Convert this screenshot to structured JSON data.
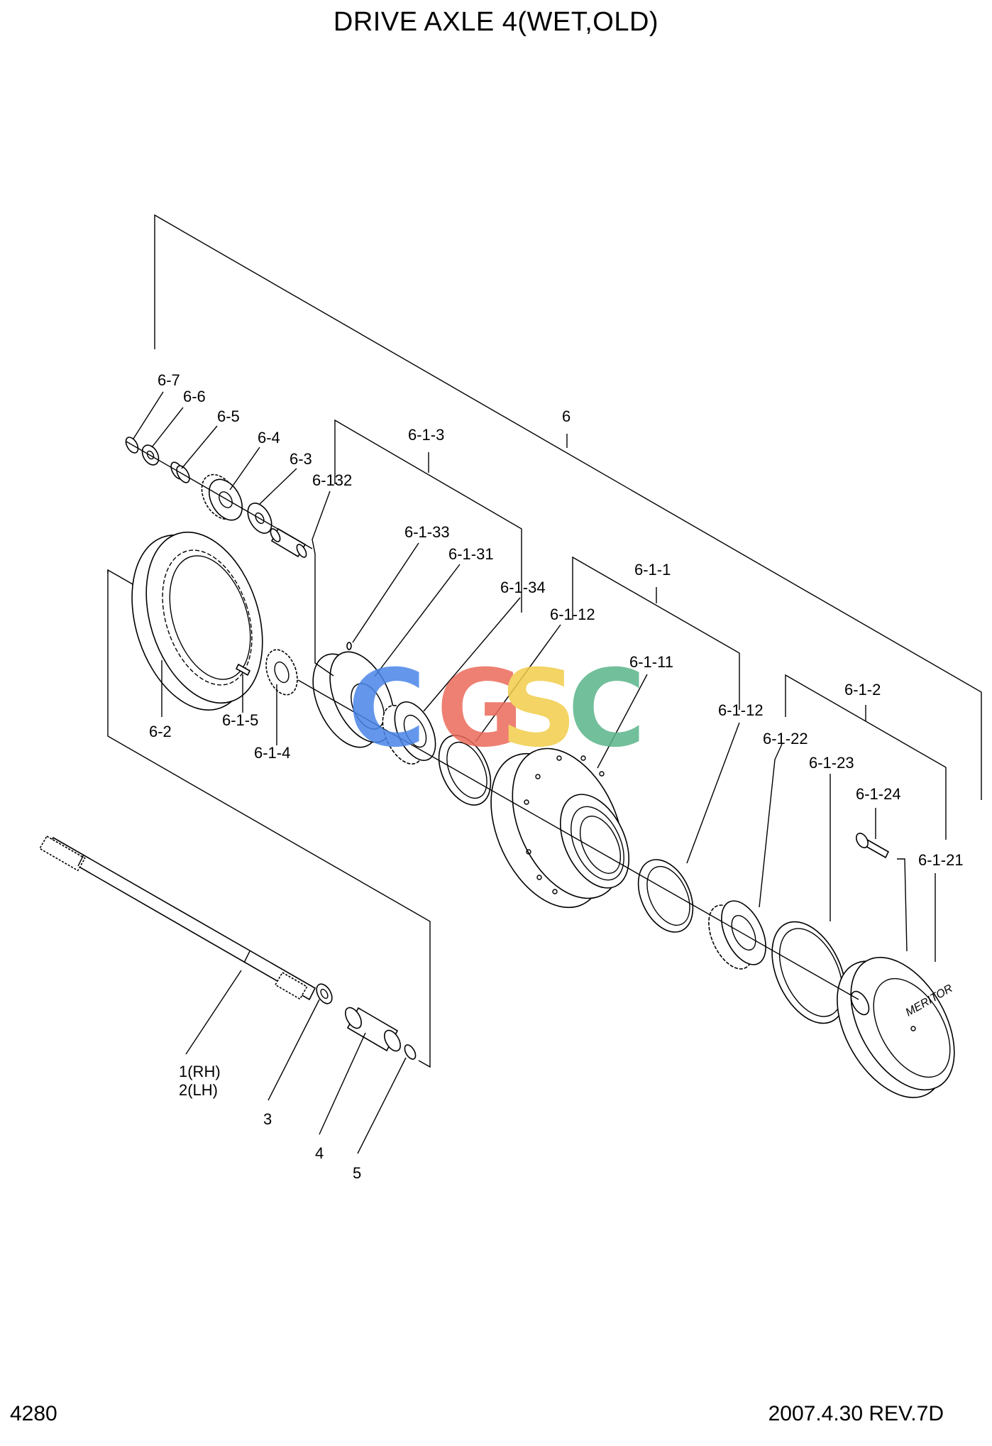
{
  "title": "DRIVE AXLE 4(WET,OLD)",
  "page_number": "4280",
  "revision": "2007.4.30 REV.7D",
  "watermark": {
    "letters": [
      "C",
      "G",
      "S",
      "C"
    ],
    "colors": [
      "#4a86e8",
      "#ea6b5a",
      "#f2cd4a",
      "#5ab58a"
    ]
  },
  "callouts": [
    {
      "id": "6-7",
      "text": "6-7"
    },
    {
      "id": "6-6",
      "text": "6-6"
    },
    {
      "id": "6-5",
      "text": "6-5"
    },
    {
      "id": "6-4",
      "text": "6-4"
    },
    {
      "id": "6-3",
      "text": "6-3"
    },
    {
      "id": "6-132",
      "text": "6-132"
    },
    {
      "id": "6-1-3",
      "text": "6-1-3"
    },
    {
      "id": "6",
      "text": "6"
    },
    {
      "id": "6-1-33",
      "text": "6-1-33"
    },
    {
      "id": "6-1-31",
      "text": "6-1-31"
    },
    {
      "id": "6-1-34",
      "text": "6-1-34"
    },
    {
      "id": "6-1-1",
      "text": "6-1-1"
    },
    {
      "id": "6-1-12a",
      "text": "6-1-12"
    },
    {
      "id": "6-1-11",
      "text": "6-1-11"
    },
    {
      "id": "6-1-12b",
      "text": "6-1-12"
    },
    {
      "id": "6-1-2",
      "text": "6-1-2"
    },
    {
      "id": "6-1-22",
      "text": "6-1-22"
    },
    {
      "id": "6-1-23",
      "text": "6-1-23"
    },
    {
      "id": "6-1-24",
      "text": "6-1-24"
    },
    {
      "id": "6-1-21",
      "text": "6-1-21"
    },
    {
      "id": "6-2",
      "text": "6-2"
    },
    {
      "id": "6-1-5",
      "text": "6-1-5"
    },
    {
      "id": "6-1-4",
      "text": "6-1-4"
    },
    {
      "id": "1RH",
      "text": "1(RH)"
    },
    {
      "id": "2LH",
      "text": "2(LH)"
    },
    {
      "id": "3",
      "text": "3"
    },
    {
      "id": "4",
      "text": "4"
    },
    {
      "id": "5",
      "text": "5"
    }
  ],
  "hub_cap_text": "MERITOR"
}
